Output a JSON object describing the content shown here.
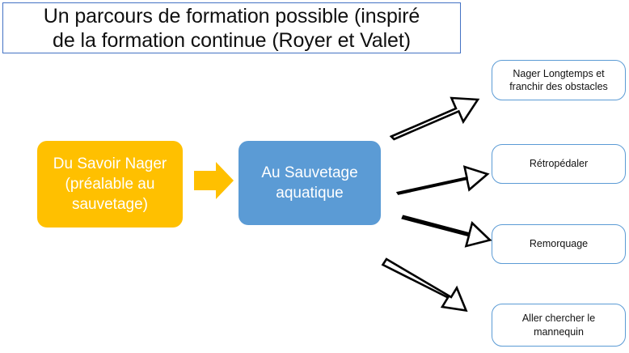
{
  "slide": {
    "title": {
      "line1": "Un parcours de formation possible (inspiré",
      "line2": "de la formation continue (Royer et Valet)",
      "full": "Un parcours de formation possible (inspiré de la formation continue (Royer et Valet)",
      "border_color": "#4472C4",
      "text_color": "#101010"
    },
    "process": {
      "stage_1": {
        "line1": "Du Savoir Nager",
        "line2": "(préalable au",
        "line3": "sauvetage)",
        "full": "Du Savoir Nager (préalable au sauvetage)",
        "fill_color": "#FFC000",
        "text_color": "#FFFFFF"
      },
      "connector": {
        "icon": "right-block-arrow-icon",
        "fill_color": "#FFC000"
      },
      "stage_2": {
        "line1": "Au Sauvetage",
        "line2": "aquatique",
        "full": "Au Sauvetage aquatique",
        "fill_color": "#5B9BD5",
        "text_color": "#FFFFFF"
      }
    },
    "outcomes": [
      {
        "id": "nager-longtemps",
        "line1": "Nager Longtemps et",
        "line2": "franchir des obstacles",
        "full": "Nager Longtemps et franchir des obstacles",
        "border_color": "#5B9BD5",
        "arrow_icon": "up-right-block-arrow-icon"
      },
      {
        "id": "retropedaler",
        "line1": "Rétropédaler",
        "line2": "",
        "full": "Rétropédaler",
        "border_color": "#5B9BD5",
        "arrow_icon": "right-block-arrow-icon"
      },
      {
        "id": "remorquage",
        "line1": "Remorquage",
        "line2": "",
        "full": "Remorquage",
        "border_color": "#5B9BD5",
        "arrow_icon": "down-right-block-arrow-icon"
      },
      {
        "id": "aller-chercher-le-mannequin",
        "line1": "Aller chercher le",
        "line2": "mannequin",
        "full": "Aller chercher le mannequin",
        "border_color": "#5B9BD5",
        "arrow_icon": "down-right-block-arrow-icon"
      }
    ],
    "arrow_outline_color": "#000000",
    "arrow_fill_color": "#FFFFFF",
    "background_color": "#FFFFFF"
  }
}
